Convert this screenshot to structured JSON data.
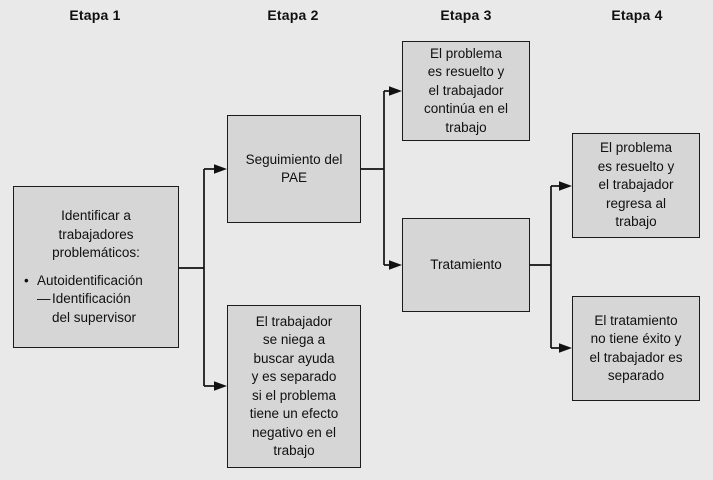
{
  "colors": {
    "background": "#e9e9e9",
    "box_fill": "#d6d6d6",
    "box_border": "#1b1b1b",
    "text": "#101010",
    "connector": "#111111"
  },
  "stages": [
    {
      "label": "Etapa 1"
    },
    {
      "label": "Etapa 2"
    },
    {
      "label": "Etapa 3"
    },
    {
      "label": "Etapa 4"
    }
  ],
  "boxes": {
    "identify": {
      "heading": "Identificar a\ntrabajadores\nproblemáticos:",
      "bullet_glyph": "•",
      "bullet_text": "Autoidentificación",
      "dash_glyph": "—",
      "dash_text": "Identificación\ndel supervisor"
    },
    "seguimiento": "Seguimiento del\nPAE",
    "rechazo": "El trabajador\nse niega a\nbuscar ayuda\ny es separado\nsi el problema\ntiene un efecto\nnegativo en el\ntrabajo",
    "resuelto_continua": "El problema\nes resuelto y\nel trabajador\ncontinúa en el\ntrabajo",
    "tratamiento": "Tratamiento",
    "resuelto_regresa": "El problema\nes resuelto y\nel trabajador\nregresa al\ntrabajo",
    "sin_exito": "El tratamiento\nno tiene éxito y\nel trabajador es\nseparado"
  }
}
